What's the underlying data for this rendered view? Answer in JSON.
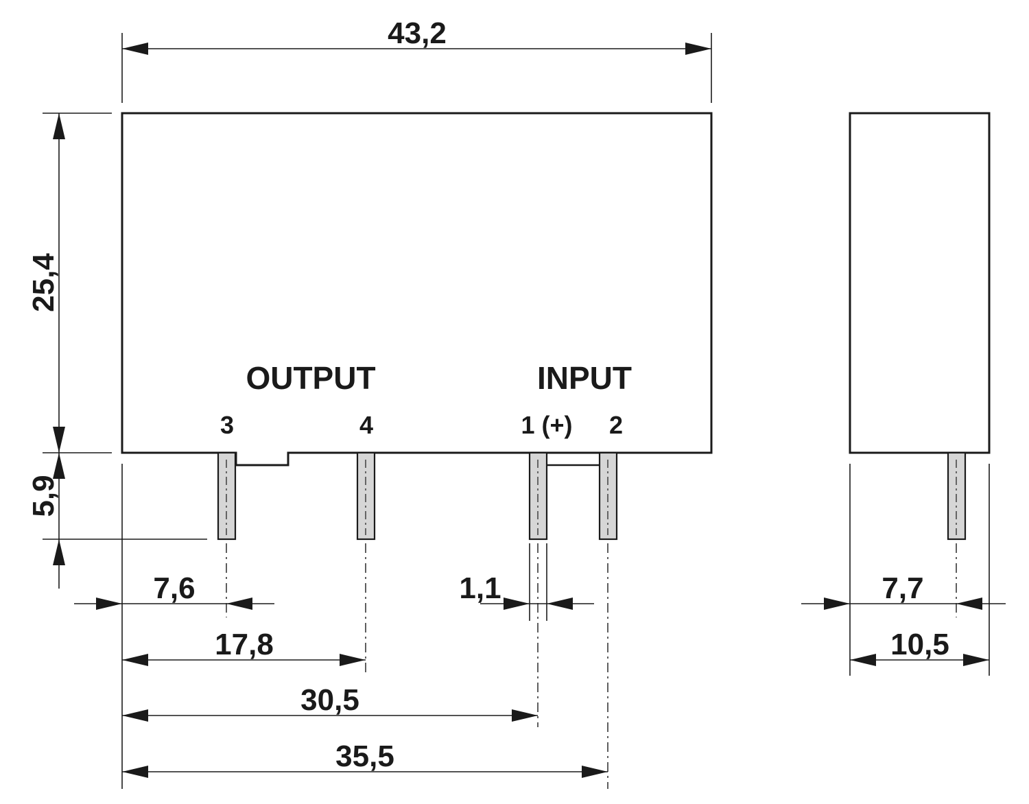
{
  "labels": {
    "output": "OUTPUT",
    "input": "INPUT"
  },
  "pins": {
    "p3": "3",
    "p4": "4",
    "p1": "1 (+)",
    "p2": "2"
  },
  "dimensions": {
    "overall_length": "43,2",
    "body_height": "25,4",
    "pin_length": "5,9",
    "pin3_offset": "7,6",
    "pin4_offset": "17,8",
    "pin1_offset": "30,5",
    "pin2_offset": "35,5",
    "pin_width": "1,1",
    "side_pin_offset": "7,7",
    "body_width": "10,5"
  }
}
